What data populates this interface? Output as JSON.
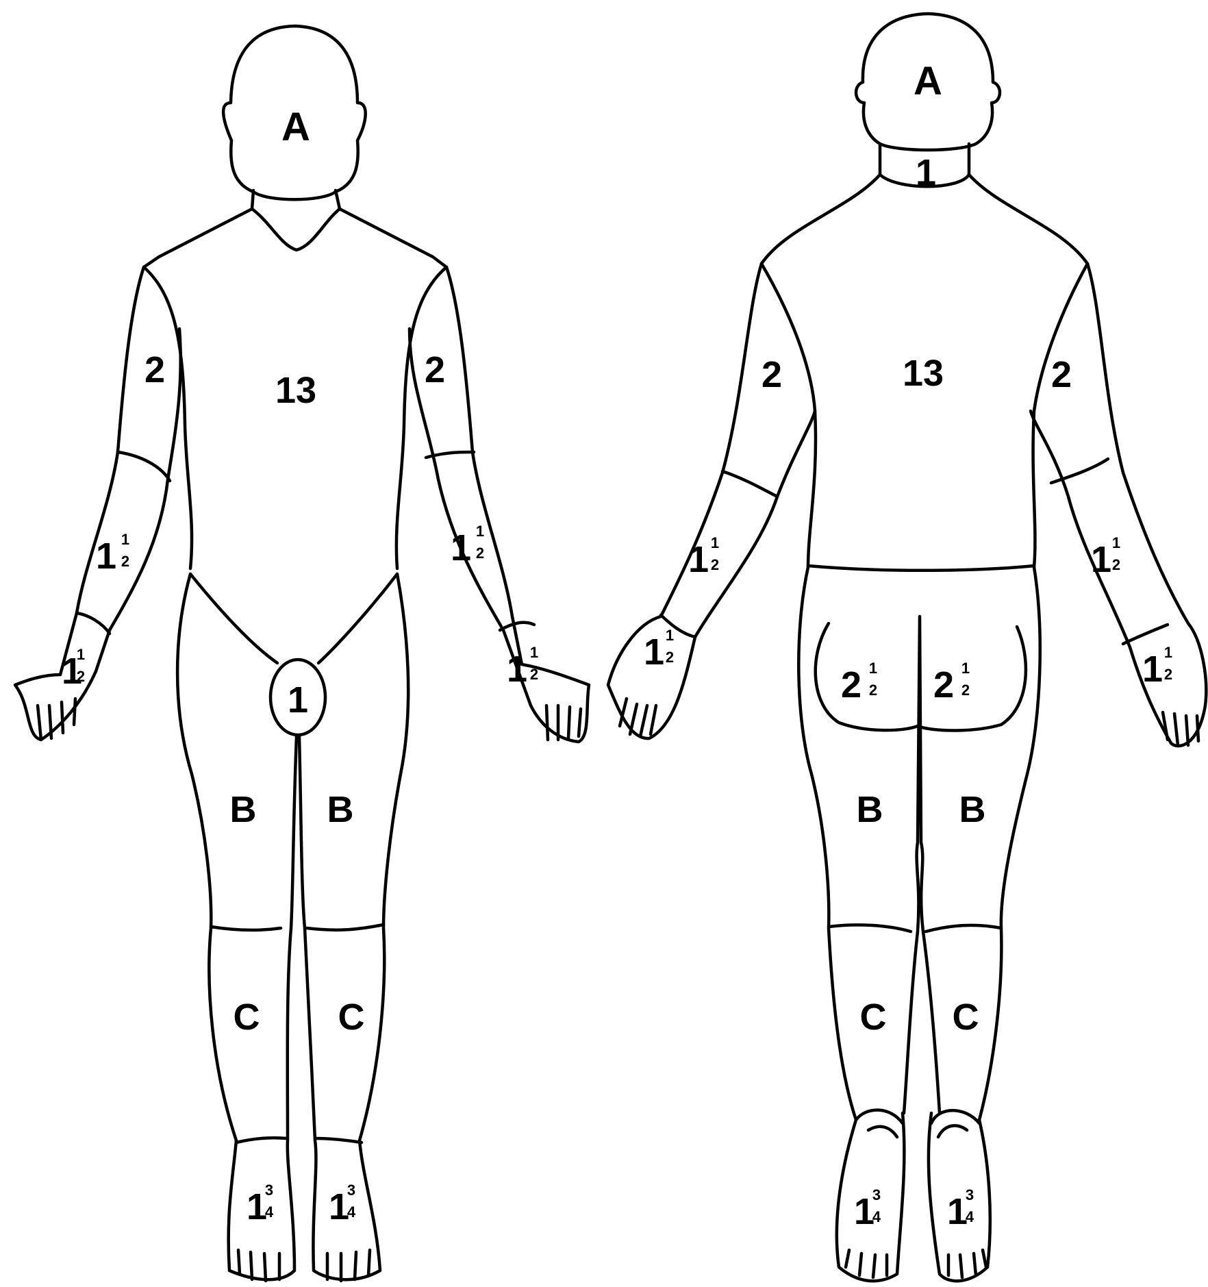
{
  "figure": {
    "front_view": {
      "head": "A",
      "trunk": "13",
      "right_upper_arm": "2",
      "left_upper_arm": "2",
      "right_forearm": {
        "whole": "1",
        "num": "1",
        "den": "2"
      },
      "left_forearm": {
        "whole": "1",
        "num": "1",
        "den": "2"
      },
      "right_hand": {
        "whole": "1",
        "num": "1",
        "den": "2"
      },
      "left_hand": {
        "whole": "1",
        "num": "1",
        "den": "2"
      },
      "genitalia": "1",
      "right_thigh": "B",
      "left_thigh": "B",
      "right_leg": "C",
      "left_leg": "C",
      "right_foot": {
        "whole": "1",
        "num": "3",
        "den": "4"
      },
      "left_foot": {
        "whole": "1",
        "num": "3",
        "den": "4"
      }
    },
    "back_view": {
      "head": "A",
      "neck": "1",
      "trunk": "13",
      "left_upper_arm": "2",
      "right_upper_arm": "2",
      "left_forearm": {
        "whole": "1",
        "num": "1",
        "den": "2"
      },
      "right_forearm": {
        "whole": "1",
        "num": "1",
        "den": "2"
      },
      "left_hand": {
        "whole": "1",
        "num": "1",
        "den": "2"
      },
      "right_hand": {
        "whole": "1",
        "num": "1",
        "den": "2"
      },
      "left_buttock": {
        "whole": "2",
        "num": "1",
        "den": "2"
      },
      "right_buttock": {
        "whole": "2",
        "num": "1",
        "den": "2"
      },
      "left_thigh": "B",
      "right_thigh": "B",
      "left_leg": "C",
      "right_leg": "C",
      "left_foot": {
        "whole": "1",
        "num": "3",
        "den": "4"
      },
      "right_foot": {
        "whole": "1",
        "num": "3",
        "den": "4"
      }
    }
  }
}
